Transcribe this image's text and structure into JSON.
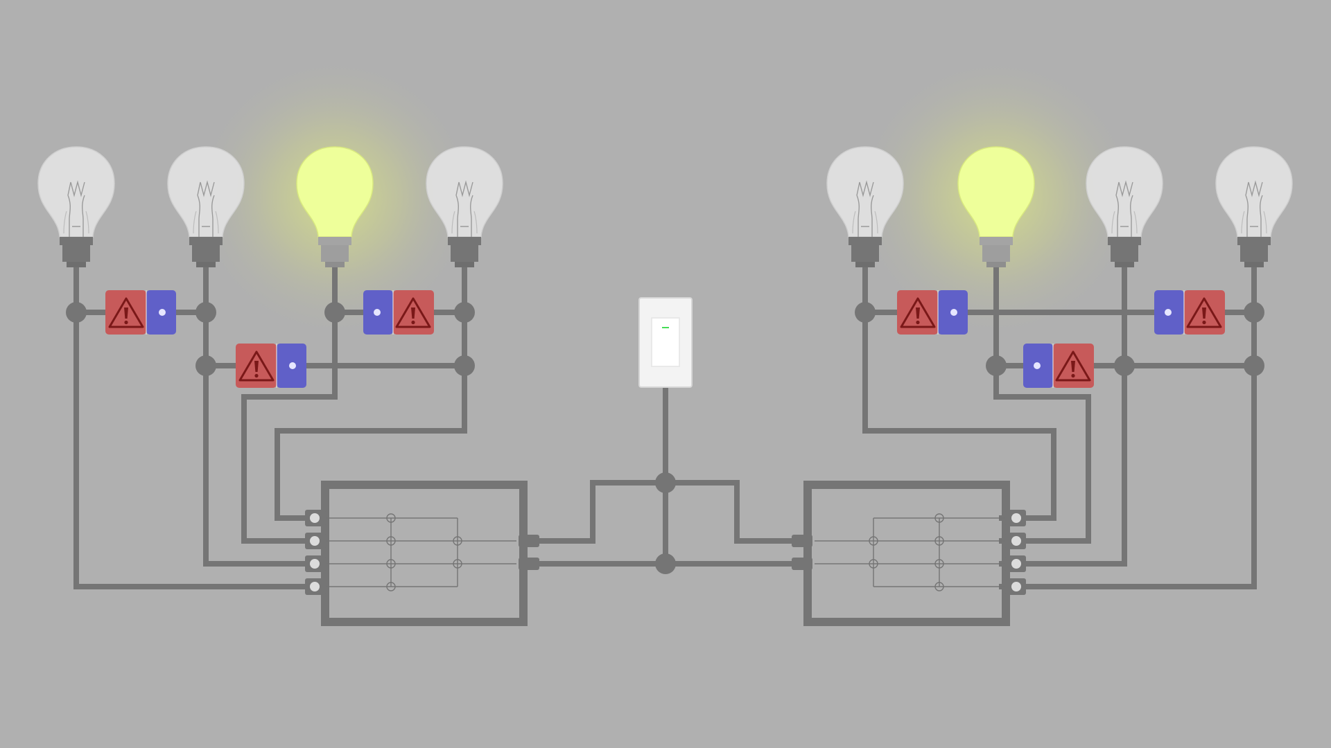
{
  "colors": {
    "background": "#b0b0b0",
    "wire": "#757575",
    "bulb_on": "#eeff9a",
    "bulb_off": "#e2e2e2",
    "diode_red": "#c75a5a",
    "diode_blue": "#6060c8",
    "warning_mark": "#7a1818",
    "switch_indicator": "#44dd55"
  },
  "bulbs": [
    {
      "id": "bulb-1",
      "state": "off"
    },
    {
      "id": "bulb-2",
      "state": "off"
    },
    {
      "id": "bulb-3",
      "state": "on"
    },
    {
      "id": "bulb-4",
      "state": "off"
    },
    {
      "id": "bulb-5",
      "state": "off"
    },
    {
      "id": "bulb-6",
      "state": "on"
    },
    {
      "id": "bulb-7",
      "state": "off"
    },
    {
      "id": "bulb-8",
      "state": "off"
    }
  ],
  "diodes": [
    {
      "id": "diode-a",
      "warning_side": "left",
      "status": "warning-icon"
    },
    {
      "id": "diode-b",
      "warning_side": "left",
      "status": "warning-icon"
    },
    {
      "id": "diode-c",
      "warning_side": "right",
      "status": "warning-icon"
    },
    {
      "id": "diode-d",
      "warning_side": "left",
      "status": "warning-icon"
    },
    {
      "id": "diode-e",
      "warning_side": "right",
      "status": "warning-icon"
    },
    {
      "id": "diode-f",
      "warning_side": "right",
      "status": "warning-icon"
    }
  ],
  "power_switch": {
    "state": "on",
    "icon": "indicator-light-icon"
  },
  "logic_boxes": [
    {
      "id": "logic-box-left",
      "inputs": 4,
      "outputs": 2
    },
    {
      "id": "logic-box-right",
      "inputs": 2,
      "outputs": 4
    }
  ]
}
